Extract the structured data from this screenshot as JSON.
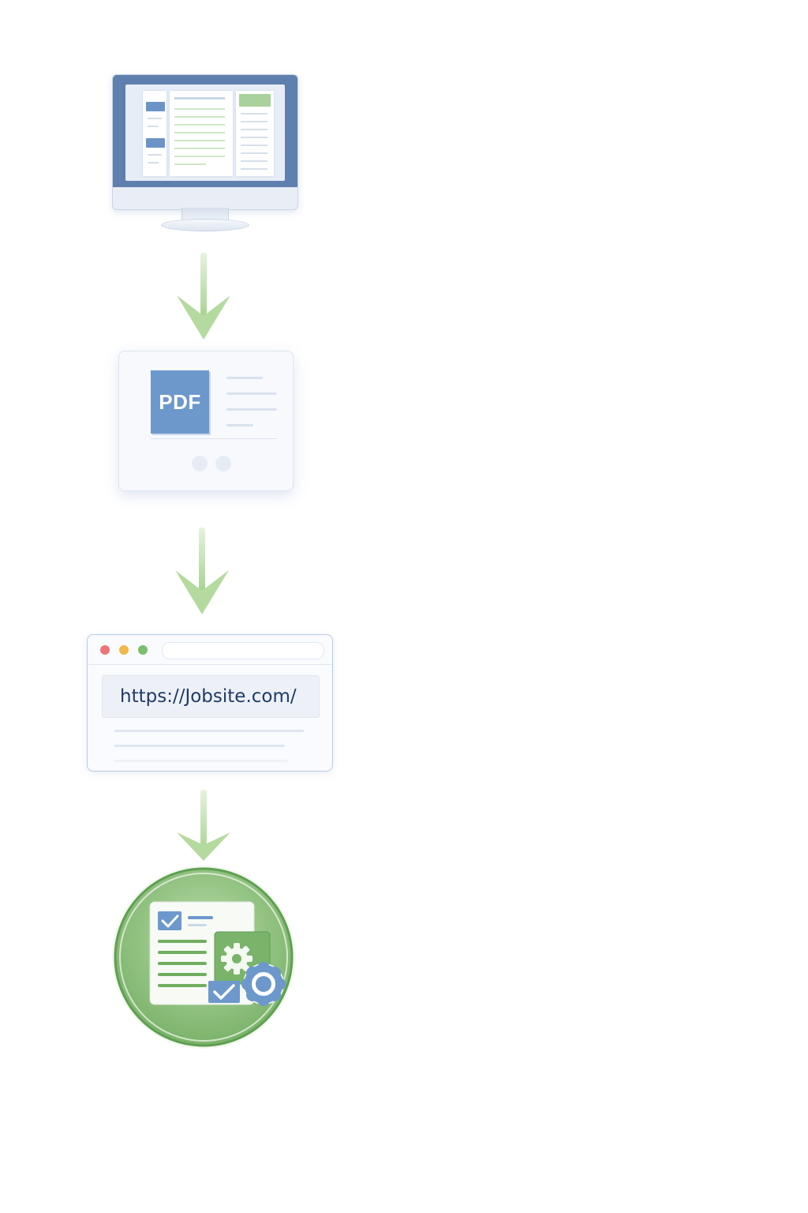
{
  "diagram": {
    "steps": [
      {
        "icon": "desktop-computer-icon"
      },
      {
        "icon": "pdf-document-icon",
        "label": "PDF"
      },
      {
        "icon": "web-browser-icon",
        "url": "https://Jobsite.com/"
      },
      {
        "icon": "auto-fill-form-icon"
      }
    ],
    "arrows": 3
  },
  "colors": {
    "blue": "#6d98cc",
    "dark_blue": "#5f7fae",
    "arrow_green": "#b9dba6",
    "badge_green": "#76b468",
    "traffic_red": "#ec7676",
    "traffic_yellow": "#f2b84b",
    "traffic_green": "#7cbf6a"
  }
}
